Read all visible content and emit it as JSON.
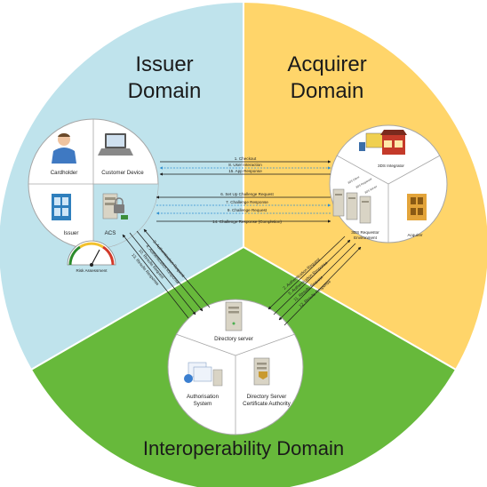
{
  "domains": {
    "issuer": {
      "title_line1": "Issuer",
      "title_line2": "Domain",
      "color": "#bfe3ec"
    },
    "acquirer": {
      "title_line1": "Acquirer",
      "title_line2": "Domain",
      "color": "#ffd56a"
    },
    "interoperability": {
      "title": "Interoperability Domain",
      "color": "#67b93b"
    }
  },
  "issuer_nodes": {
    "cardholder": "Cardholder",
    "customer_device": "Customer Device",
    "issuer": "Issuer",
    "acs": "ACS",
    "risk_assessment": "Risk Assessment"
  },
  "acquirer_nodes": {
    "integrator": "3DS Integrator",
    "requestor_line1": "3DS Requestor",
    "requestor_line2": "Environment",
    "acquirer": "Acquirer",
    "server_tags": [
      "3DS Client",
      "3DS Requestor",
      "3DS Server"
    ]
  },
  "interop_nodes": {
    "directory_server": "Directory server",
    "authorisation_line1": "Authorisation",
    "authorisation_line2": "System",
    "ca_line1": "Directory Server",
    "ca_line2": "Certificate Authority"
  },
  "messages_top": [
    {
      "text": "1. Checkout",
      "color": "#1a1a1a"
    },
    {
      "text": "8. User Interaction",
      "color": "#2f8fd0"
    },
    {
      "text": "15. App Response",
      "color": "#1a1a1a"
    }
  ],
  "messages_middle": [
    {
      "text": "6. Set Up Challenge Request",
      "color": "#1a1a1a"
    },
    {
      "text": "7. Challenge Response",
      "color": "#2f8fd0"
    },
    {
      "text": "9. Challenge Request",
      "color": "#2f8fd0"
    },
    {
      "text": "14. Challenge Response (Completion)",
      "color": "#1a1a1a"
    }
  ],
  "messages_left_diag": [
    "3. Authentication Request",
    "4. Authentication Response",
    "10. Results Request",
    "13. Results Response"
  ],
  "messages_right_diag": [
    "2. Authentication Request",
    "5. Authentication Response",
    "11. Results Request",
    "12. Results Response"
  ]
}
